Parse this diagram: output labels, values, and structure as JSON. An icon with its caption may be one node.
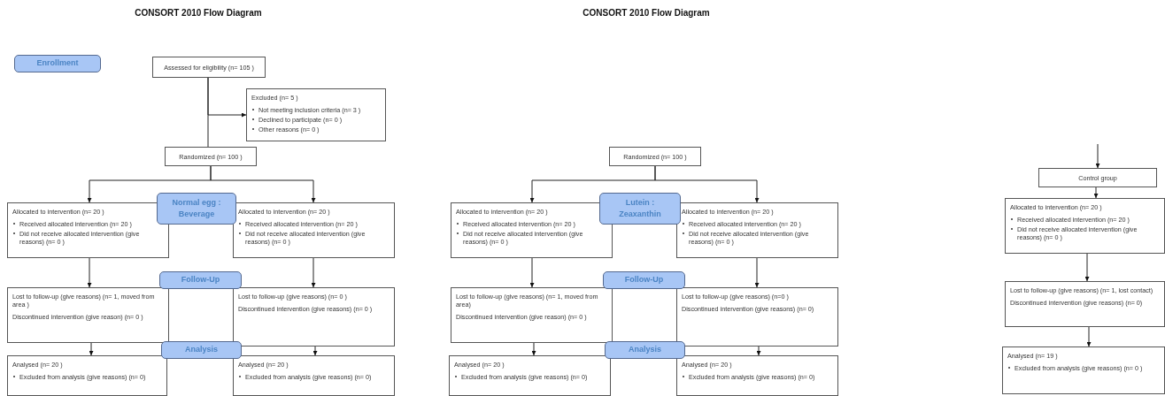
{
  "diagram": {
    "title": "CONSORT 2010 Flow Diagram",
    "nodes": [
      {
        "text": [
          "Enrollment"
        ]
      },
      {
        "text": [
          "Assessed for eligibility (n= 105 )"
        ]
      },
      {
        "text": [
          "Excluded (n= 5 )",
          "Not meeting inclusion criteria (n= 3 )",
          "Declined to participate (n= 0 )",
          "Other reasons (n= 0 )"
        ]
      },
      {
        "text": [
          "Randomized (n= 100 )"
        ]
      },
      {
        "text": [
          "Allocated to intervention (n= 20 )",
          "Received allocated intervention (n= 20 )",
          "Did not receive allocated intervention (give reasons) (n= 0 )"
        ]
      },
      {
        "text": [
          "Normal egg : Beverage"
        ]
      },
      {
        "text": [
          "Allocated to intervention (n= 20 )",
          "Received allocated intervention (n= 20 )",
          "Did not receive allocated intervention (give reasons) (n= 0 )"
        ]
      },
      {
        "text": [
          "Follow-Up"
        ]
      },
      {
        "text": [
          "Lost to follow-up (give reasons) (n= 1, moved from area )",
          "Discontinued intervention (give reason) (n= 0 )"
        ]
      },
      {
        "text": [
          "Lost to follow-up (give reasons) (n= 0 )",
          "Discontinued intervention (give reasons) (n= 0 )"
        ]
      },
      {
        "text": [
          "Analysis"
        ]
      },
      {
        "text": [
          "Analysed (n= 20 )",
          "Excluded from analysis (give reasons) (n= 0)"
        ]
      },
      {
        "text": [
          "Analysed (n= 20 )",
          "Excluded from analysis (give reasons) (n= 0)"
        ]
      },
      {
        "text": [
          "Randomized (n= 100 )"
        ]
      },
      {
        "text": [
          "Allocated to intervention (n= 20 )",
          "Received allocated intervention (n= 20 )",
          "Did not receive allocated intervention (give reasons) (n= 0 )"
        ]
      },
      {
        "text": [
          "Lutein : Zeaxanthin"
        ]
      },
      {
        "text": [
          "Allocated to intervention (n= 20 )",
          "Received allocated intervention (n= 20 )",
          "Did not receive allocated intervention (give reasons) (n= 0 )"
        ]
      },
      {
        "text": [
          "Follow-Up"
        ]
      },
      {
        "text": [
          "Lost to follow-up (give reasons) (n= 1, moved from area)",
          "Discontinued intervention (give reason) (n= 0 )"
        ]
      },
      {
        "text": [
          "Lost to follow-up (give reasons) (n=0 )",
          "Discontinued intervention (give reasons) (n= 0)"
        ]
      },
      {
        "text": [
          "Analysis"
        ]
      },
      {
        "text": [
          "Analysed (n= 20 )",
          "Excluded from analysis (give reasons) (n= 0)"
        ]
      },
      {
        "text": [
          "Analysed (n= 20 )",
          "Excluded from analysis (give reasons) (n= 0)"
        ]
      },
      {
        "text": [
          "Control group"
        ]
      },
      {
        "text": [
          "Allocated to intervention (n= 20 )",
          "Received allocated intervention (n= 20 )",
          "Did not receive allocated intervention (give reasons) (n= 0 )"
        ]
      },
      {
        "text": [
          "Lost to follow-up (give reasons) (n= 1, lost contact)",
          "Discontinued intervention (give reasons) (n= 0)"
        ]
      },
      {
        "text": [
          "Analysed (n= 19 )",
          "Excluded from analysis (give reasons) (n= 0 )"
        ]
      }
    ],
    "edges": [
      {
        "from": 1,
        "to": 2,
        "arrow": "to"
      },
      {
        "from": 1,
        "to": 3,
        "arrow": "none"
      },
      {
        "from": 3,
        "to": 4,
        "arrow": "to"
      },
      {
        "from": 3,
        "to": 6,
        "arrow": "to"
      },
      {
        "from": 4,
        "to": 8,
        "arrow": "to"
      },
      {
        "from": 6,
        "to": 9,
        "arrow": "to"
      },
      {
        "from": 8,
        "to": 11,
        "arrow": "to"
      },
      {
        "from": 9,
        "to": 12,
        "arrow": "to"
      },
      {
        "from": 13,
        "to": 14,
        "arrow": "to"
      },
      {
        "from": 13,
        "to": 16,
        "arrow": "to"
      },
      {
        "from": 14,
        "to": 18,
        "arrow": "to"
      },
      {
        "from": 16,
        "to": 19,
        "arrow": "to"
      },
      {
        "from": 18,
        "to": 21,
        "arrow": "to"
      },
      {
        "from": 19,
        "to": 22,
        "arrow": "to"
      },
      {
        "from": null,
        "to": 23,
        "arrow": "to"
      },
      {
        "from": 23,
        "to": 24,
        "arrow": "to"
      },
      {
        "from": 24,
        "to": 25,
        "arrow": "to"
      },
      {
        "from": 25,
        "to": 26,
        "arrow": "to"
      }
    ],
    "labels": [
      "CONSORT 2010 Flow Diagram"
    ]
  }
}
